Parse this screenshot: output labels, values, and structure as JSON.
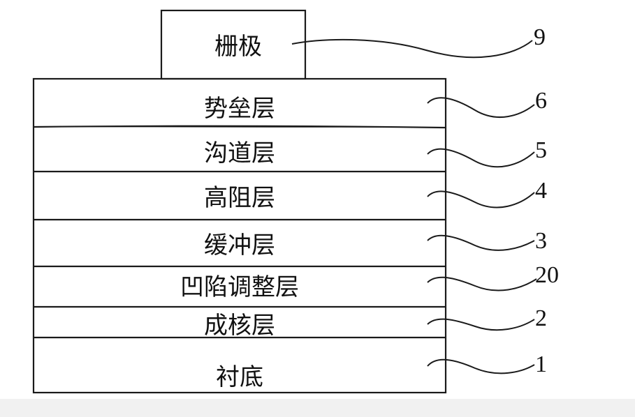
{
  "gate": {
    "label": "栅极",
    "ref": "9"
  },
  "layers": [
    {
      "label": "势垒层",
      "ref": "6"
    },
    {
      "label": "沟道层",
      "ref": "5"
    },
    {
      "label": "高阻层",
      "ref": "4"
    },
    {
      "label": "缓冲层",
      "ref": "3"
    },
    {
      "label": "凹陷调整层",
      "ref": "20"
    },
    {
      "label": "成核层",
      "ref": "2"
    },
    {
      "label": "衬底",
      "ref": "1"
    }
  ]
}
